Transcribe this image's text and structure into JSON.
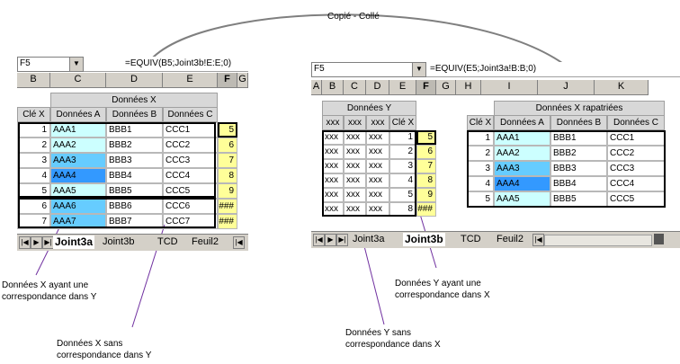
{
  "copy_label": "Copié - Collé",
  "left": {
    "cell_ref": "F5",
    "formula": "=EQUIV(B5;Joint3b!E:E;0)",
    "cols": [
      "B",
      "C",
      "D",
      "E",
      "F",
      "G"
    ],
    "section_title": "Données X",
    "headers": [
      "Clé X",
      "Données A",
      "Données B",
      "Données C"
    ],
    "rows": [
      {
        "key": "1",
        "a": "AAA1",
        "b": "BBB1",
        "c": "CCC1",
        "f": "5"
      },
      {
        "key": "2",
        "a": "AAA2",
        "b": "BBB2",
        "c": "CCC2",
        "f": "6"
      },
      {
        "key": "3",
        "a": "AAA3",
        "b": "BBB3",
        "c": "CCC3",
        "f": "7"
      },
      {
        "key": "4",
        "a": "AAA4",
        "b": "BBB4",
        "c": "CCC4",
        "f": "8"
      },
      {
        "key": "5",
        "a": "AAA5",
        "b": "BBB5",
        "c": "CCC5",
        "f": "9"
      },
      {
        "key": "6",
        "a": "AAA6",
        "b": "BBB6",
        "c": "CCC6",
        "f": "###"
      },
      {
        "key": "7",
        "a": "AAA7",
        "b": "BBB7",
        "c": "CCC7",
        "f": "###"
      }
    ],
    "tabs": [
      "Joint3a",
      "Joint3b",
      "TCD",
      "Feuil2"
    ],
    "nav": [
      "▶",
      "▶|",
      "|◀"
    ]
  },
  "right": {
    "cell_ref": "F5",
    "formula": "=EQUIV(E5;Joint3a!B:B;0)",
    "cols": [
      "A",
      "B",
      "C",
      "D",
      "E",
      "F",
      "G",
      "H",
      "I",
      "J",
      "K"
    ],
    "section_y": "Données Y",
    "y_headers": [
      "xxx",
      "xxx",
      "xxx",
      "Clé X"
    ],
    "y_rows": [
      {
        "k": "1",
        "f": "5"
      },
      {
        "k": "2",
        "f": "6"
      },
      {
        "k": "3",
        "f": "7"
      },
      {
        "k": "4",
        "f": "8"
      },
      {
        "k": "5",
        "f": "9"
      },
      {
        "k": "8",
        "f": "###"
      }
    ],
    "y_cell": "xxx",
    "section_x": "Données X rapatriées",
    "x_headers": [
      "Clé X",
      "Données A",
      "Données B",
      "Données C"
    ],
    "x_rows": [
      {
        "key": "1",
        "a": "AAA1",
        "b": "BBB1",
        "c": "CCC1"
      },
      {
        "key": "2",
        "a": "AAA2",
        "b": "BBB2",
        "c": "CCC2"
      },
      {
        "key": "3",
        "a": "AAA3",
        "b": "BBB3",
        "c": "CCC3"
      },
      {
        "key": "4",
        "a": "AAA4",
        "b": "BBB4",
        "c": "CCC4"
      },
      {
        "key": "5",
        "a": "AAA5",
        "b": "BBB5",
        "c": "CCC5"
      }
    ],
    "tabs": [
      "Joint3a",
      "Joint3b",
      "TCD",
      "Feuil2"
    ],
    "nav": [
      "▶",
      "▶|",
      "|◀"
    ]
  },
  "annotations": {
    "x_with_match": "Données X ayant une correspondance dans Y",
    "x_without_match": "Données X sans correspondance dans Y",
    "y_with_match": "Données Y ayant une correspondance dans X",
    "y_without_match": "Données Y sans correspondance dans X"
  },
  "colors": {
    "cyan_light": "#ccffff",
    "cyan_mid": "#66ccff",
    "cyan_dark": "#3399ff",
    "yellow": "#ffff99",
    "header_gray": "#d8d8d8",
    "annotation_line": "#7030a0"
  }
}
